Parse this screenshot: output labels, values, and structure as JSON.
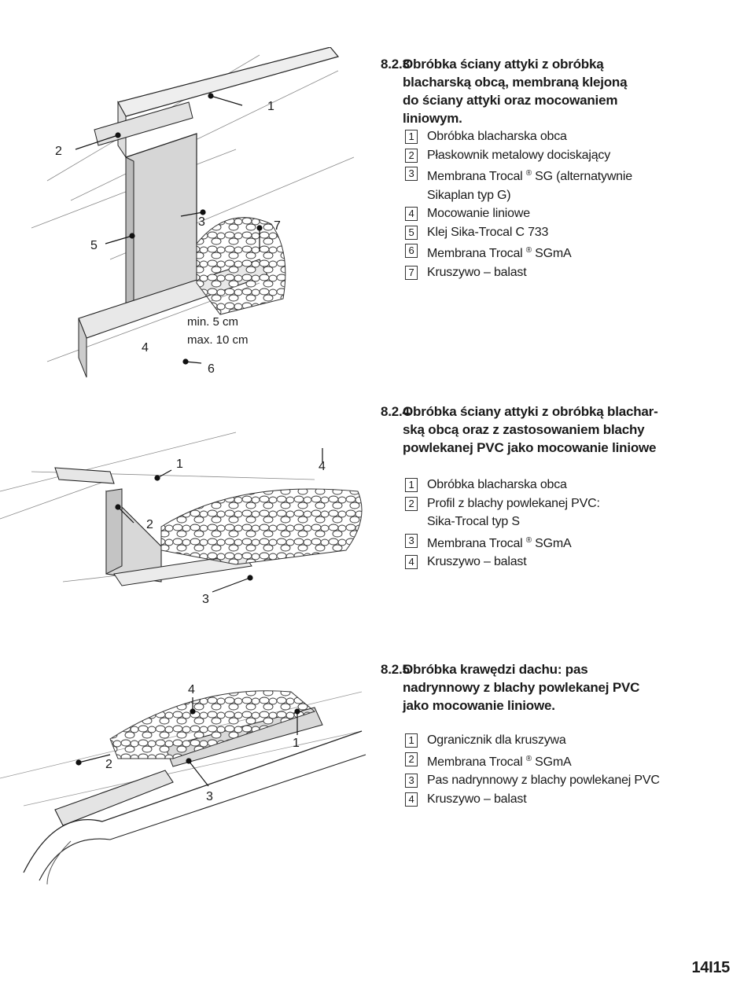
{
  "sections": [
    {
      "number": "8.2.3",
      "title": "Obróbka ściany attyki z obróbką blacharską obcą, membraną klejoną do ściany attyki oraz mocowaniem liniowym.",
      "items": [
        {
          "n": "1",
          "text": "Obróbka blacharska obca"
        },
        {
          "n": "2",
          "text": "Płaskownik metalowy dociskający"
        },
        {
          "n": "3",
          "text": "Membrana Trocal",
          "reg": "®",
          "after": "SG (alternatywnie",
          "cont": "Sikaplan typ G)"
        },
        {
          "n": "4",
          "text": "Mocowanie liniowe"
        },
        {
          "n": "5",
          "text": "Klej Sika-Trocal C 733"
        },
        {
          "n": "6",
          "text": "Membrana Trocal",
          "reg": "®",
          "after": "SGmA"
        },
        {
          "n": "7",
          "text": "Kruszywo – balast"
        }
      ],
      "callouts": [
        "1",
        "2",
        "3",
        "4",
        "5",
        "6",
        "7"
      ],
      "dimension": {
        "min": "min. 5 cm",
        "max": "max. 10 cm"
      }
    },
    {
      "number": "8.2.4",
      "title": "Obróbka ściany attyki z obróbką blachar-skąobcą oraz z zastosowaniem blachy powlekanej PVC jako mocowanie liniowe",
      "title_lines": [
        "Obróbka ściany attyki z obróbką blachar-",
        "ską obcą oraz z zastosowaniem blachy",
        "powlekanej PVC jako mocowanie liniowe"
      ],
      "items": [
        {
          "n": "1",
          "text": "Obróbka blacharska obca"
        },
        {
          "n": "2",
          "text": "Profil z blachy powlekanej PVC:",
          "cont": "Sika-Trocal typ S"
        },
        {
          "n": "3",
          "text": "Membrana Trocal",
          "reg": "®",
          "after": "SGmA"
        },
        {
          "n": "4",
          "text": "Kruszywo – balast"
        }
      ],
      "callouts": [
        "1",
        "2",
        "3",
        "4"
      ]
    },
    {
      "number": "8.2.5",
      "title": "Obróbka krawędzi dachu: pas nadrynnowy z blachy powlekanej PVC jako mocowanie liniowe.",
      "items": [
        {
          "n": "1",
          "text": "Ogranicznik dla kruszywa"
        },
        {
          "n": "2",
          "text": "Membrana Trocal",
          "reg": "®",
          "after": "SGmA"
        },
        {
          "n": "3",
          "text": "Pas nadrynnowy z blachy powlekanej PVC"
        },
        {
          "n": "4",
          "text": "Kruszywo – balast"
        }
      ],
      "callouts": [
        "1",
        "2",
        "3",
        "4"
      ]
    }
  ],
  "page_number": "14I15"
}
